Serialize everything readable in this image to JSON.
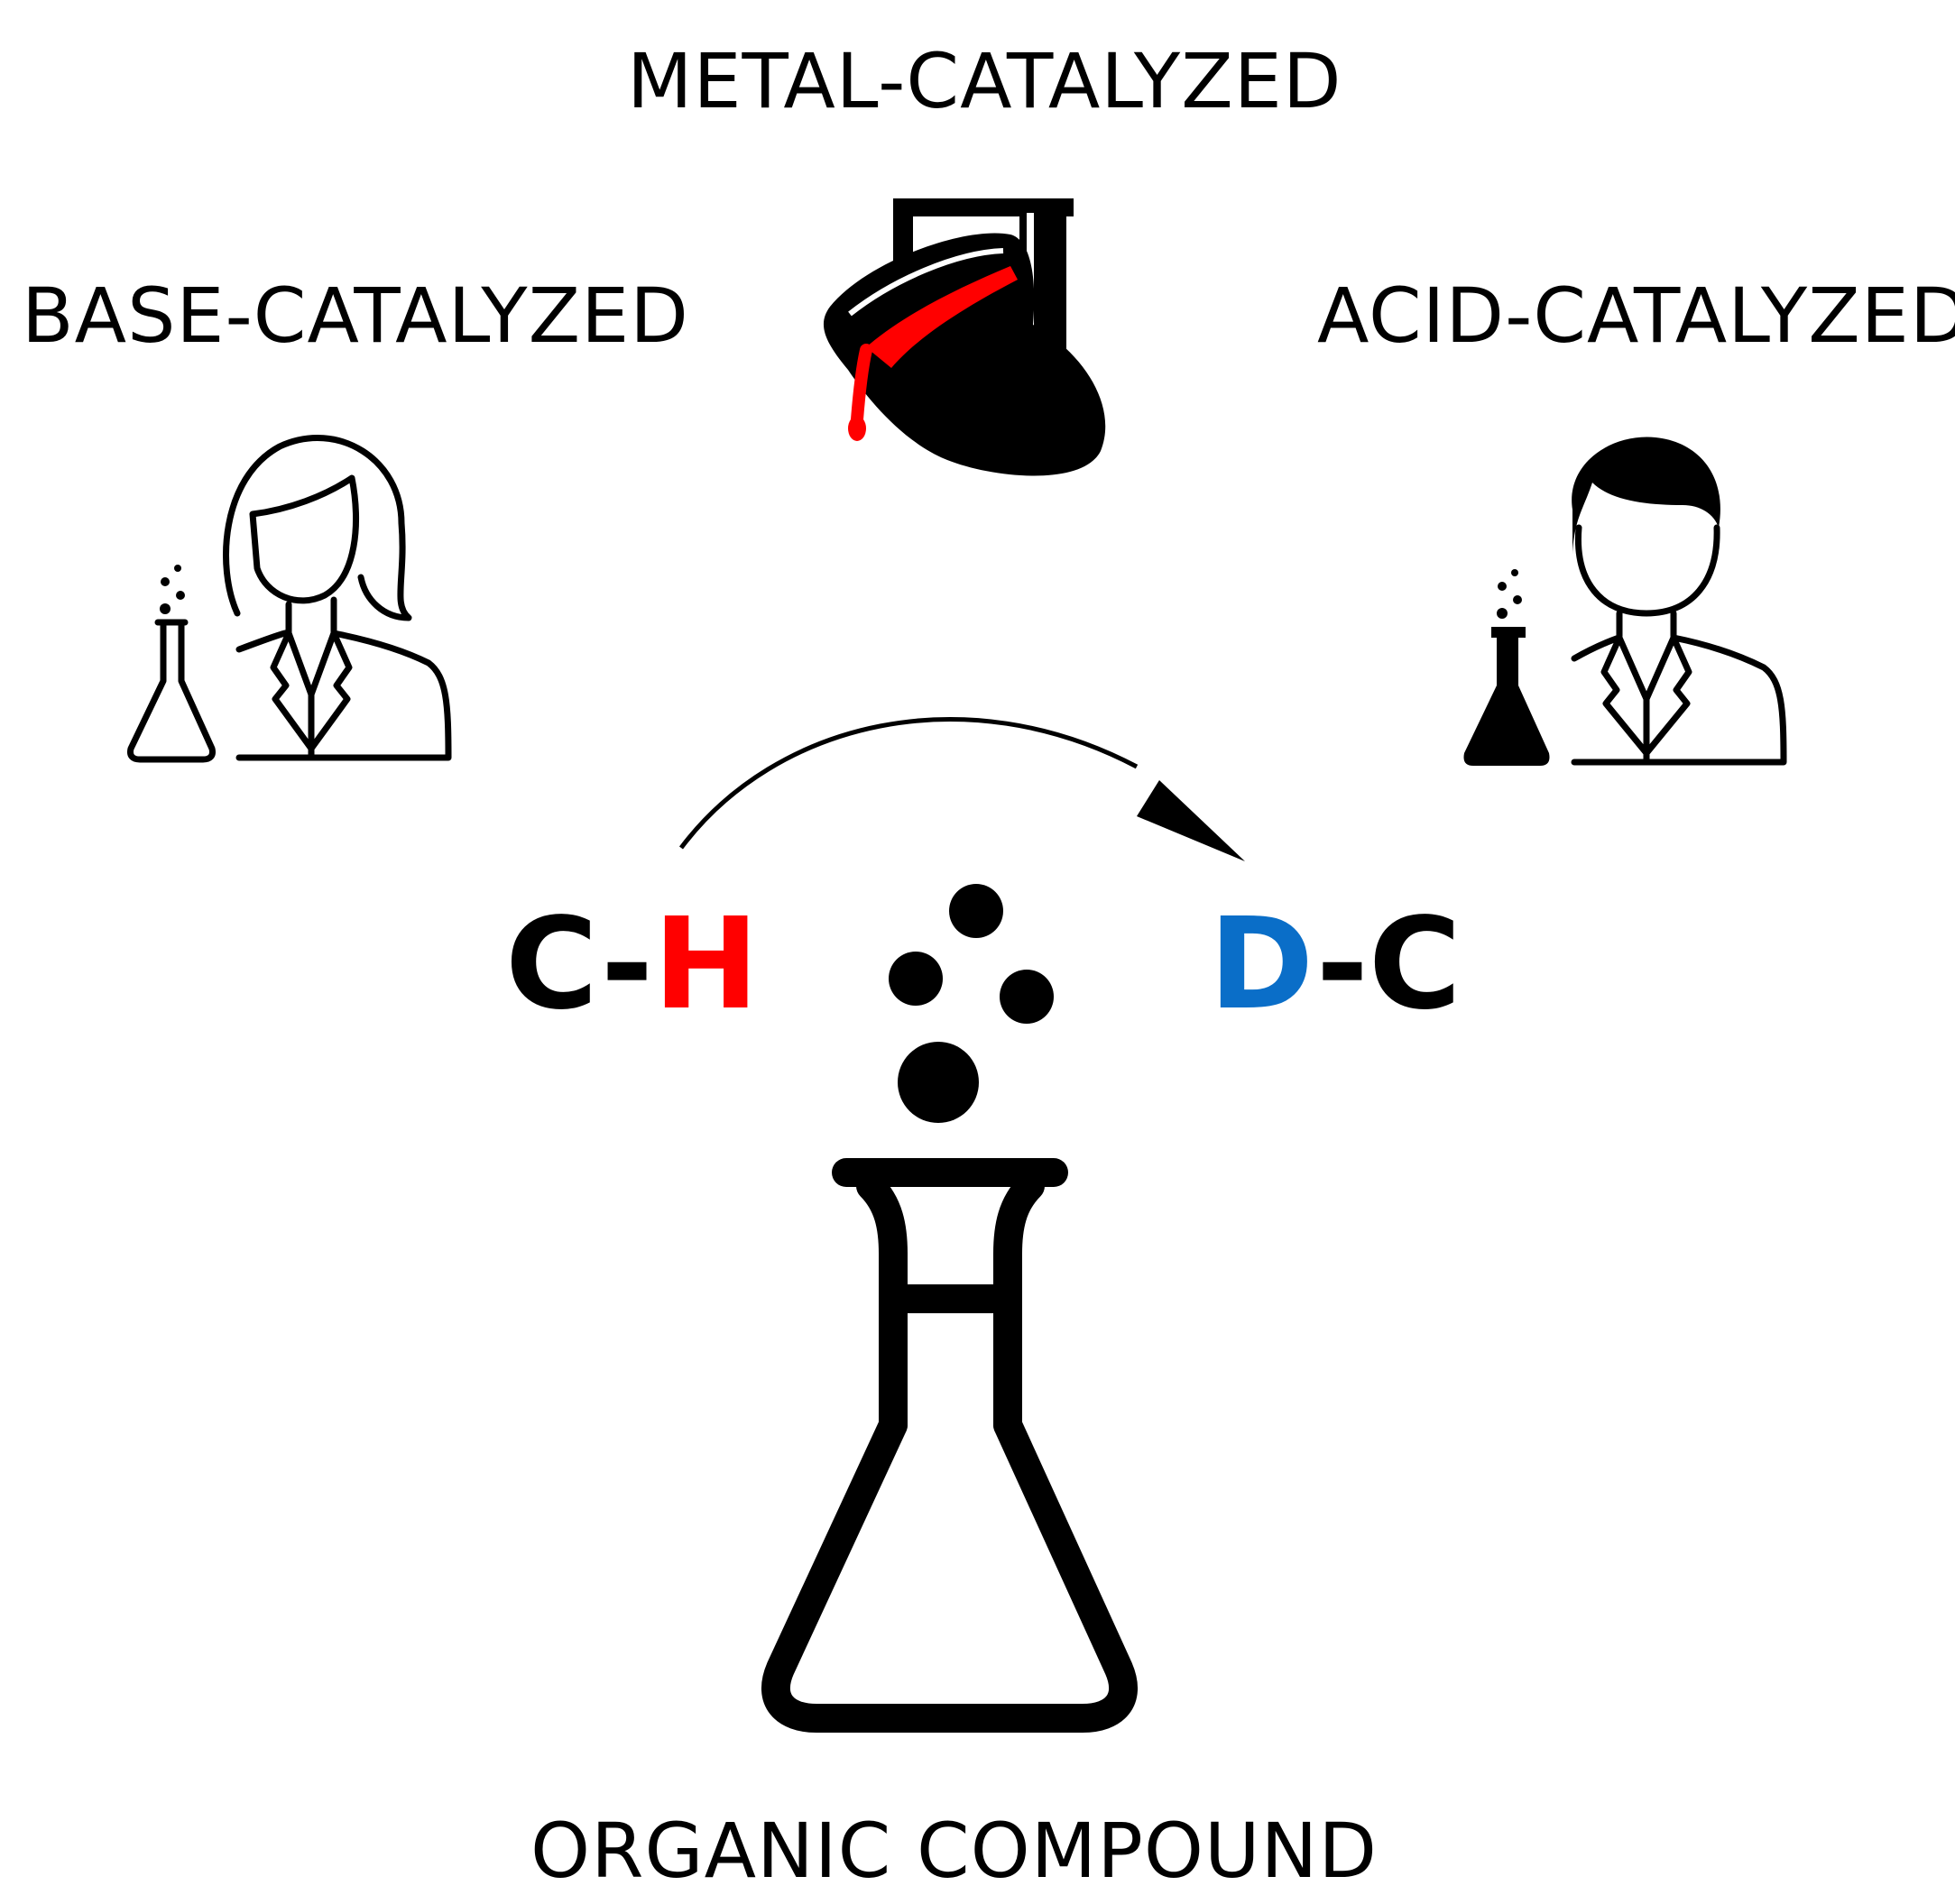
{
  "labels": {
    "metal": "METAL-CATALYZED",
    "base": "BASE-CATALYZED",
    "acid": "ACID-CATALYZED",
    "organic": "ORGANIC COMPOUND"
  },
  "reactant_bond": {
    "carbon": "C",
    "dash": "-",
    "hydrogen": "H"
  },
  "product_bond": {
    "deuterium": "D",
    "dash": "-",
    "carbon": "C"
  },
  "colors": {
    "hydrogen": "#ff0000",
    "deuterium": "#0a6ec8",
    "molten_metal": "#ff0000",
    "ink": "#000000"
  },
  "icons": {
    "metal": "crucible-pouring-icon",
    "base": "female-scientist-icon",
    "acid": "male-scientist-icon",
    "flask": "erlenmeyer-flask-icon",
    "arrow": "curved-arrow-icon"
  }
}
